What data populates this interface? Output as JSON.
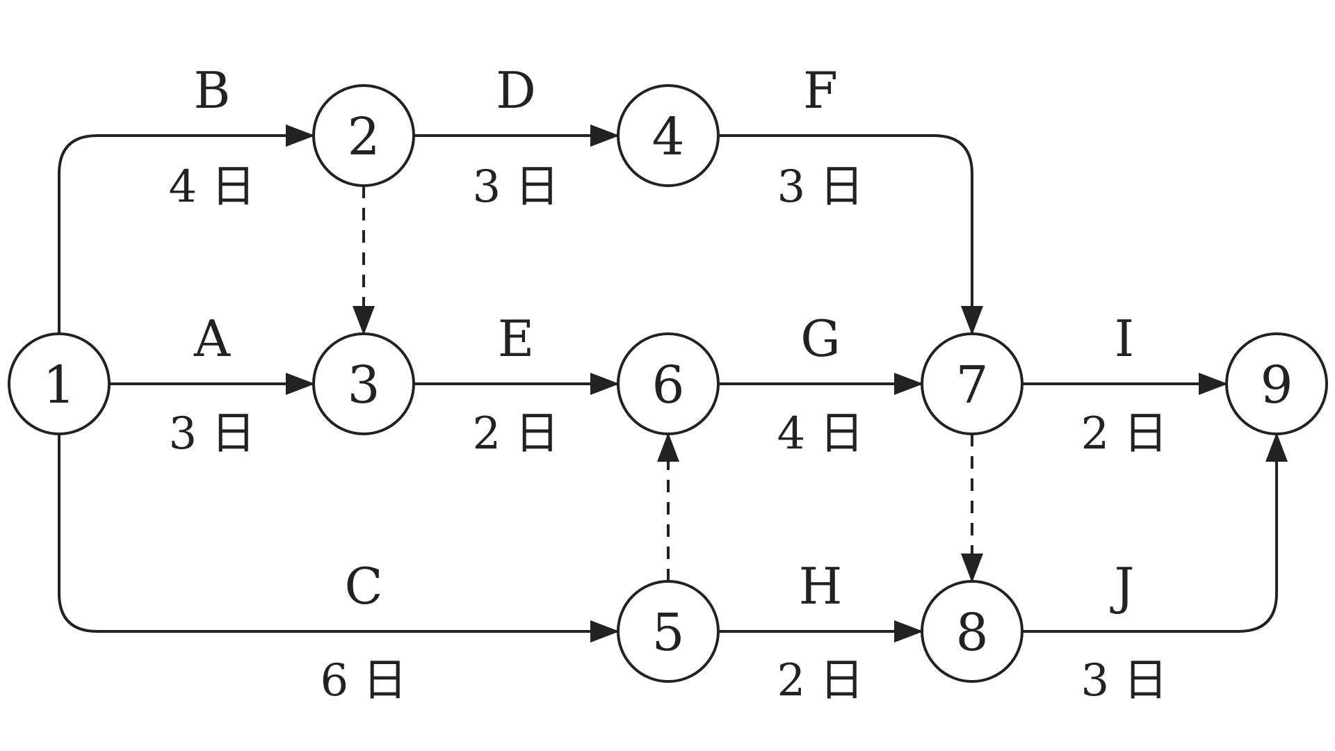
{
  "diagram": {
    "nodes": [
      {
        "id": "1",
        "label": "1"
      },
      {
        "id": "2",
        "label": "2"
      },
      {
        "id": "3",
        "label": "3"
      },
      {
        "id": "4",
        "label": "4"
      },
      {
        "id": "5",
        "label": "5"
      },
      {
        "id": "6",
        "label": "6"
      },
      {
        "id": "7",
        "label": "7"
      },
      {
        "id": "8",
        "label": "8"
      },
      {
        "id": "9",
        "label": "9"
      }
    ],
    "activities": [
      {
        "name": "A",
        "from": "1",
        "to": "3",
        "duration": "3 日"
      },
      {
        "name": "B",
        "from": "1",
        "to": "2",
        "duration": "4 日"
      },
      {
        "name": "C",
        "from": "1",
        "to": "5",
        "duration": "6 日"
      },
      {
        "name": "D",
        "from": "2",
        "to": "4",
        "duration": "3 日"
      },
      {
        "name": "E",
        "from": "3",
        "to": "6",
        "duration": "2 日"
      },
      {
        "name": "F",
        "from": "4",
        "to": "7",
        "duration": "3 日"
      },
      {
        "name": "G",
        "from": "6",
        "to": "7",
        "duration": "4 日"
      },
      {
        "name": "H",
        "from": "5",
        "to": "8",
        "duration": "2 日"
      },
      {
        "name": "I",
        "from": "7",
        "to": "9",
        "duration": "2 日"
      },
      {
        "name": "J",
        "from": "8",
        "to": "9",
        "duration": "3 日"
      }
    ],
    "dummies": [
      {
        "from": "2",
        "to": "3"
      },
      {
        "from": "5",
        "to": "6"
      },
      {
        "from": "7",
        "to": "8"
      }
    ]
  }
}
